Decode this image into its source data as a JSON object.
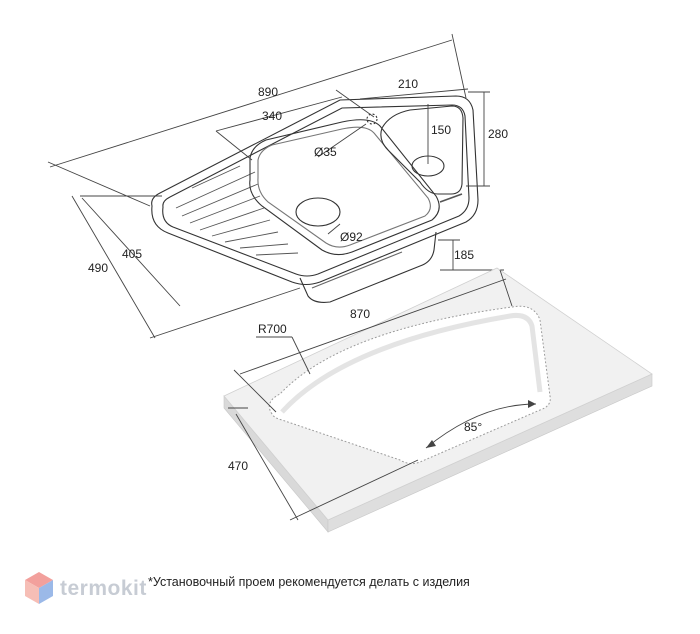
{
  "dimensions": {
    "overall_length": "890",
    "bowl_length": "340",
    "small_bowl_width": "210",
    "outlet_diameter": "Ø35",
    "small_bowl_depth": "150",
    "overall_depth_right": "280",
    "drain_diameter": "Ø92",
    "bowl_height": "185",
    "side_depth": "405",
    "overall_width": "490",
    "cutout_length": "870",
    "cutout_radius": "R700",
    "cutout_width": "470",
    "cutout_angle": "85°"
  },
  "note": "*Установочный проем рекомендуется делать с изделия",
  "brand": {
    "name": "termokit"
  },
  "colors": {
    "line": "#333333",
    "countertop_top": "#f0f0f0",
    "countertop_side": "#dcdcdc",
    "cutout": "#ffffff",
    "logo_red": "#e8534d",
    "logo_blue": "#4a80d6"
  }
}
